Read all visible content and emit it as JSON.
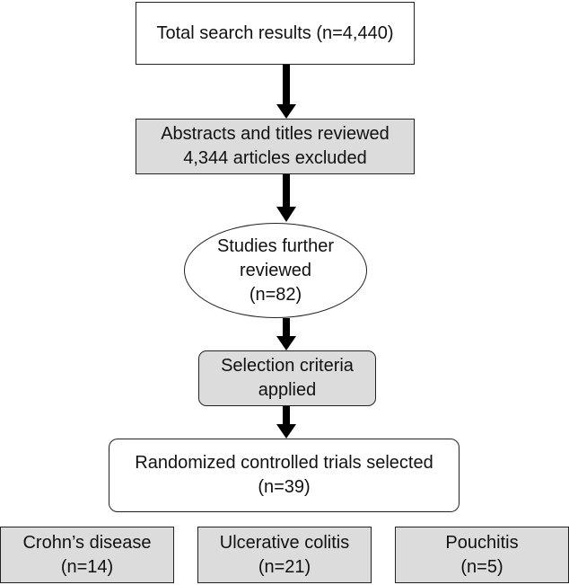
{
  "flow": {
    "total": {
      "line1": "Total search results (n=4,440)"
    },
    "abstracts": {
      "line1": "Abstracts and titles reviewed",
      "line2": "4,344 articles excluded"
    },
    "studies": {
      "line1": "Studies further",
      "line2": "reviewed",
      "line3": "(n=82)"
    },
    "criteria": {
      "line1": "Selection criteria",
      "line2": "applied"
    },
    "rct": {
      "line1": "Randomized controlled trials selected",
      "line2": "(n=39)"
    },
    "outcomes": [
      {
        "label": "Crohn’s disease",
        "count": "(n=14)"
      },
      {
        "label": "Ulcerative colitis",
        "count": "(n=21)"
      },
      {
        "label": "Pouchitis",
        "count": "(n=5)"
      }
    ]
  },
  "colors": {
    "gray_box": "#dcdcdc",
    "white_box": "#ffffff",
    "arrow": "#000000"
  }
}
